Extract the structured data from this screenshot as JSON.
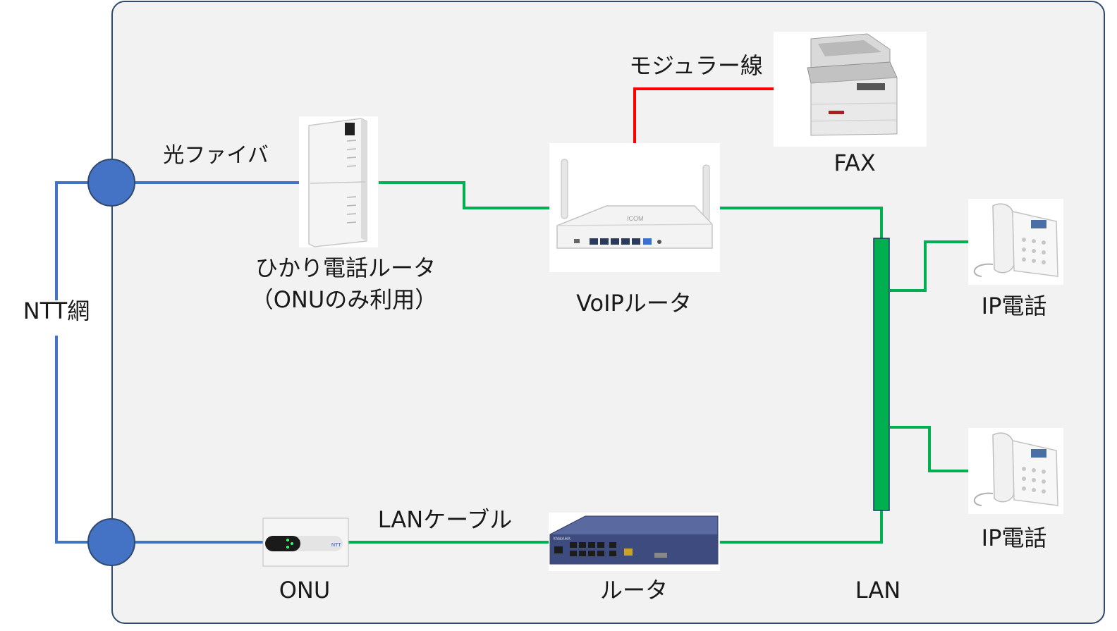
{
  "colors": {
    "panel_bg": "#f2f2f2",
    "panel_border": "#2f4a6e",
    "fiber_line": "#4472c4",
    "lan_line": "#00b050",
    "modular_line": "#ff0000",
    "node_fill": "#4472c4"
  },
  "labels": {
    "ntt_network": "NTT網",
    "fiber": "光ファイバ",
    "hikari_router_line1": "ひかり電話ルータ",
    "hikari_router_line2": "（ONUのみ利用）",
    "voip_router": "VoIPルータ",
    "modular_cable": "モジュラー線",
    "fax": "FAX",
    "ip_phone_1": "IP電話",
    "ip_phone_2": "IP電話",
    "lan_cable": "LANケーブル",
    "onu": "ONU",
    "router": "ルータ",
    "lan": "LAN"
  },
  "devices": {
    "hikari_router_icon": "tower-router-icon",
    "voip_router_icon": "wireless-router-icon",
    "fax_icon": "multifunction-printer-icon",
    "ip_phone_icon": "desk-phone-icon",
    "onu_icon": "onu-device-icon",
    "router_icon": "rack-router-icon",
    "onu_brand": "NTT",
    "router_brand": "YAMAHA"
  }
}
